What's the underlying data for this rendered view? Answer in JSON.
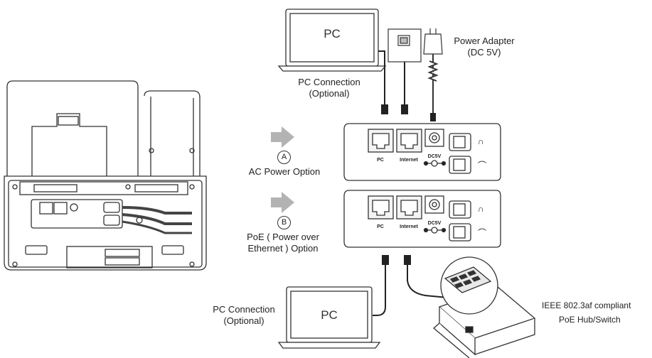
{
  "labels": {
    "pc_top": "PC",
    "pc_bottom": "PC",
    "power_adapter_line1": "Power Adapter",
    "power_adapter_line2": "(DC 5V)",
    "pc_connection_top_line1": "PC Connection",
    "pc_connection_top_line2": "(Optional)",
    "pc_connection_bottom_line1": "PC Connection",
    "pc_connection_bottom_line2": "(Optional)",
    "option_a_letter": "A",
    "option_a_text": "AC Power Option",
    "option_b_letter": "B",
    "option_b_text_line1": "PoE ( Power over",
    "option_b_text_line2": "Ethernet ) Option",
    "poe_switch_line1": "IEEE  802.3af  compliant",
    "poe_switch_line2": "PoE Hub/Switch"
  },
  "port_labels": {
    "pc": "PC",
    "internet": "Internet",
    "dc5v": "DC5V"
  },
  "icons": {
    "headset": "headset-icon",
    "handset": "handset-icon",
    "arrow": "right-arrow-icon"
  },
  "colors": {
    "line": "#222222",
    "arrow_gray": "#b3b3b3",
    "panel_fill": "#ffffff",
    "port_fill": "#f4f4f4"
  }
}
